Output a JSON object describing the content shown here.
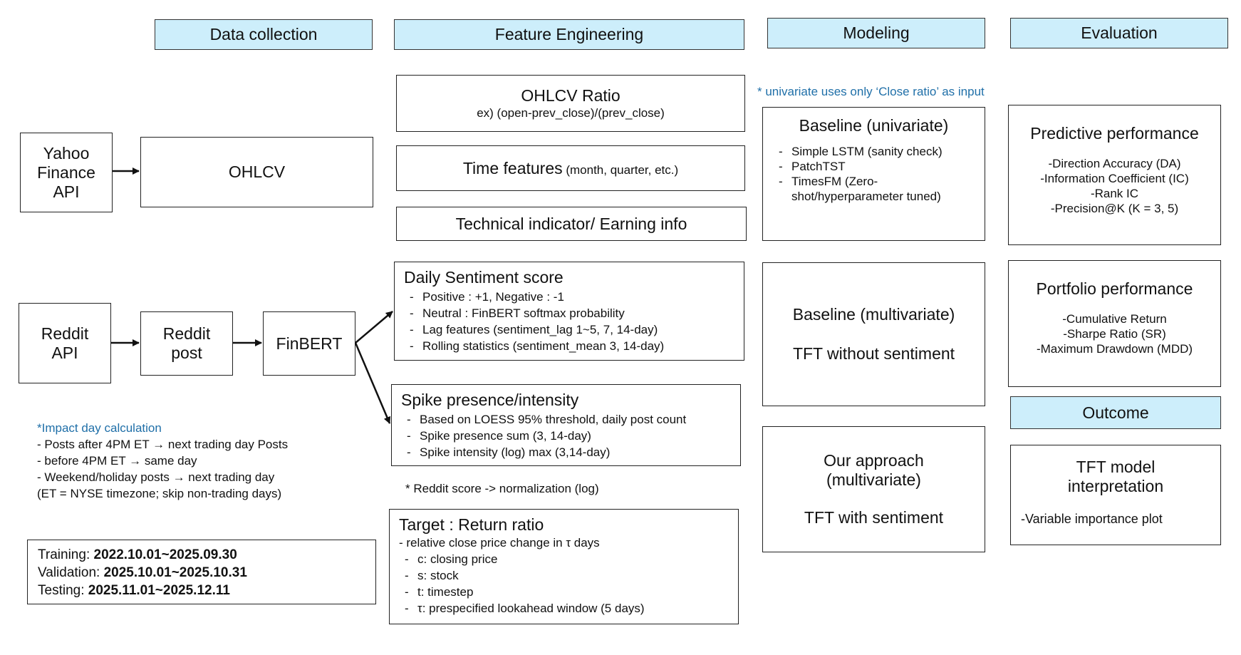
{
  "headers": {
    "data_collection": "Data collection",
    "feature_engineering": "Feature Engineering",
    "modeling": "Modeling",
    "evaluation": "Evaluation"
  },
  "data_collection": {
    "yahoo": "Yahoo Finance API",
    "ohlcv": "OHLCV",
    "reddit_api": "Reddit API",
    "reddit_post": "Reddit post",
    "finbert": "FinBERT",
    "impact_title": "*Impact day calculation",
    "impact_lines": [
      "- Posts after 4PM ET → next trading day Posts",
      "- before 4PM ET → same day",
      "- Weekend/holiday posts → next trading day",
      "(ET = NYSE timezone; skip non-trading days)"
    ],
    "splits": [
      {
        "label": "Training: ",
        "range": "2022.10.01~2025.09.30"
      },
      {
        "label": "Validation: ",
        "range": "2025.10.01~2025.10.31"
      },
      {
        "label": "Testing: ",
        "range": "2025.11.01~2025.12.11"
      }
    ]
  },
  "features": {
    "ohlcv_ratio_title": "OHLCV Ratio",
    "ohlcv_ratio_sub": "ex) (open-prev_close)/(prev_close)",
    "time_title": "Time features",
    "time_sub": " (month, quarter, etc.)",
    "technical": "Technical indicator/ Earning info",
    "sentiment_title": "Daily Sentiment score",
    "sentiment_items": [
      "Positive : +1, Negative : -1",
      "Neutral : FinBERT softmax probability",
      "Lag features (sentiment_lag 1~5, 7, 14-day)",
      "Rolling statistics (sentiment_mean 3, 14-day)"
    ],
    "spike_title": "Spike presence/intensity",
    "spike_items": [
      "Based on LOESS 95% threshold, daily post count",
      "Spike presence sum (3, 14-day)",
      "Spike intensity (log) max (3,14-day)"
    ],
    "reddit_note": "* Reddit score -> normalization (log)",
    "target_title": "Target : Return ratio",
    "target_sub": "- relative close price change in τ days",
    "target_items": [
      "c: closing price",
      "s: stock",
      "t: timestep",
      "τ: prespecified lookahead window (5 days)"
    ]
  },
  "modeling": {
    "note": "* univariate uses only ‘Close ratio’ as input",
    "uni_title": "Baseline (univariate)",
    "uni_items": [
      "Simple LSTM (sanity check)",
      "PatchTST",
      "TimesFM (Zero-shot/hyperparameter tuned)"
    ],
    "multi_title": "Baseline (multivariate)",
    "multi_sub": "TFT without sentiment",
    "ours_title": "Our approach (multivariate)",
    "ours_sub": "TFT with sentiment"
  },
  "evaluation": {
    "pred_title": "Predictive performance",
    "pred_items": [
      "-Direction Accuracy (DA)",
      "-Information Coefficient (IC)",
      "-Rank IC",
      "-Precision@K (K = 3, 5)"
    ],
    "port_title": "Portfolio performance",
    "port_items": [
      "-Cumulative Return",
      "-Sharpe Ratio (SR)",
      "-Maximum Drawdown (MDD)"
    ],
    "outcome_header": "Outcome",
    "tft_title": "TFT model interpretation",
    "tft_sub": "-Variable importance plot"
  }
}
